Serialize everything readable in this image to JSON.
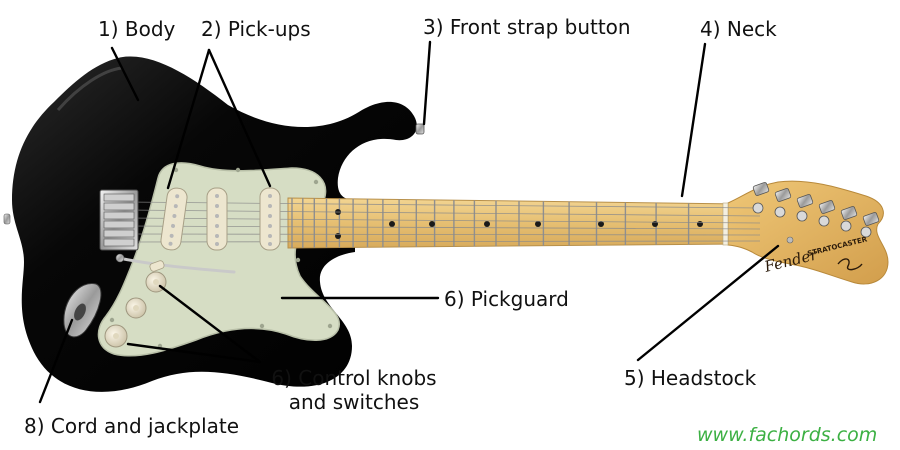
{
  "labels": {
    "body": "1) Body",
    "pickups": "2) Pick-ups",
    "strap_button": "3) Front strap button",
    "neck": "4) Neck",
    "headstock": "5) Headstock",
    "pickguard": "6) Pickguard",
    "controls_line1": "6) Control knobs",
    "controls_line2": "and switches",
    "jack": "8) Cord and jackplate"
  },
  "headstock_logo": {
    "brand": "Fender",
    "model": "STRATOCASTER"
  },
  "credit": "www.fachords.com",
  "colors": {
    "body": "#050505",
    "pickguard": "#d8dfc6",
    "fretboard": "#e9c57c",
    "credit": "#3cb043",
    "leader_lines": "#000000"
  }
}
